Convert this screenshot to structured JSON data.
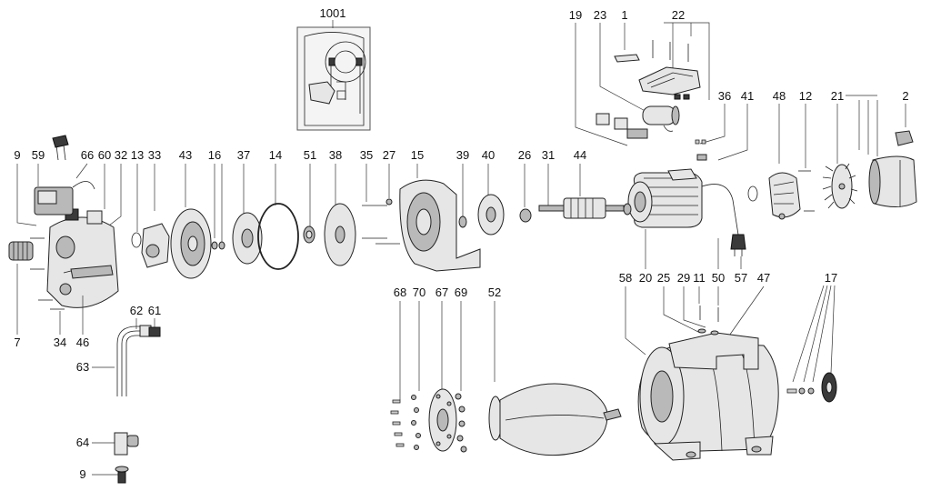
{
  "diagram": {
    "part_numbers": [
      "1001",
      "19",
      "23",
      "1",
      "22",
      "36",
      "41",
      "48",
      "12",
      "21",
      "2",
      "9",
      "59",
      "66",
      "60",
      "32",
      "13",
      "33",
      "43",
      "16",
      "37",
      "14",
      "51",
      "38",
      "35",
      "27",
      "15",
      "39",
      "40",
      "26",
      "31",
      "44",
      "7",
      "34",
      "46",
      "62",
      "61",
      "63",
      "64",
      "9",
      "68",
      "70",
      "67",
      "69",
      "52",
      "58",
      "20",
      "25",
      "29",
      "11",
      "50",
      "57",
      "47",
      "17"
    ]
  }
}
